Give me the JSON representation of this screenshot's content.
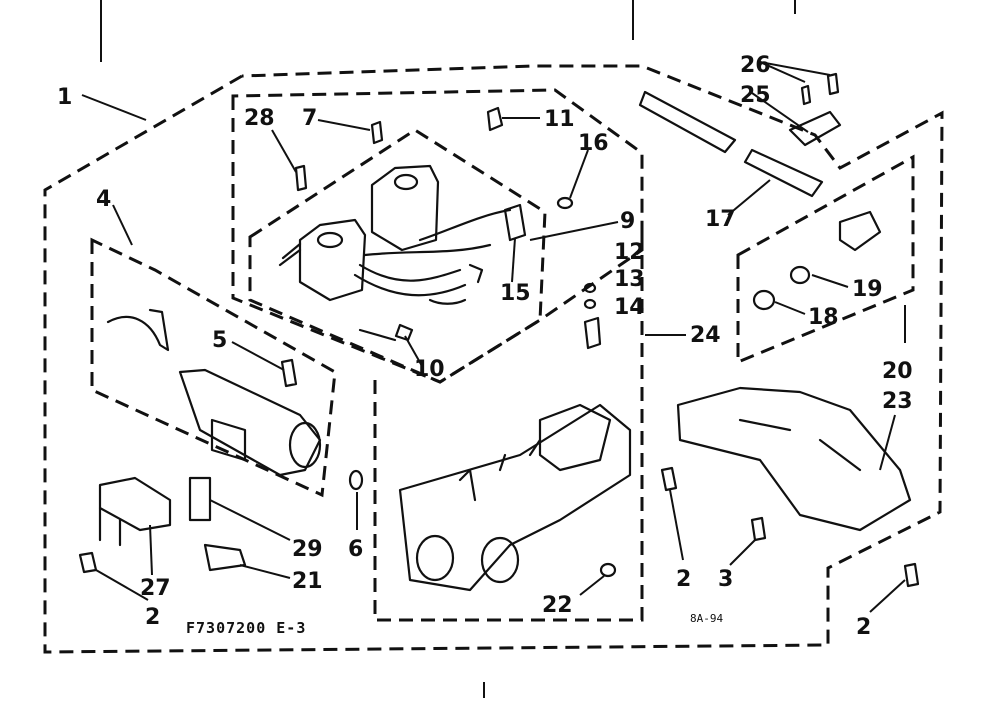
{
  "figure": {
    "drawing_code": "F7307200 E-3",
    "small_code": "8A-94"
  },
  "callouts": {
    "c1": "1",
    "c2a": "2",
    "c2b": "2",
    "c2c": "2",
    "c3": "3",
    "c4": "4",
    "c5": "5",
    "c6": "6",
    "c7": "7",
    "c9": "9",
    "c10": "10",
    "c11": "11",
    "c12": "12",
    "c13": "13",
    "c14": "14",
    "c15": "15",
    "c16": "16",
    "c17": "17",
    "c18": "18",
    "c19": "19",
    "c20": "20",
    "c21": "21",
    "c22": "22",
    "c23": "23",
    "c24": "24",
    "c25": "25",
    "c26": "26",
    "c27": "27",
    "c28": "28",
    "c29": "29"
  }
}
